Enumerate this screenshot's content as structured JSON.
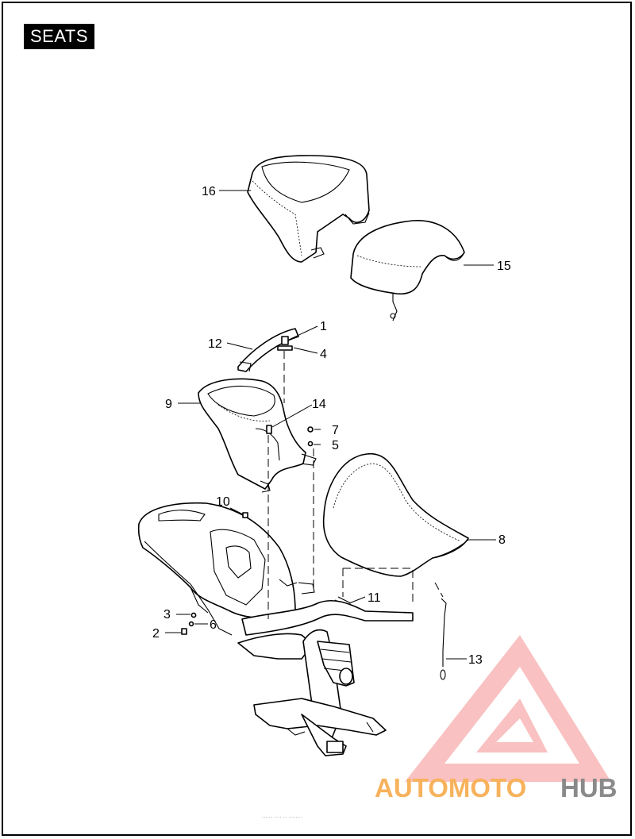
{
  "title": "SEATS",
  "callouts": [
    {
      "number": "1"
    },
    {
      "number": "2"
    },
    {
      "number": "3"
    },
    {
      "number": "4"
    },
    {
      "number": "5"
    },
    {
      "number": "6"
    },
    {
      "number": "7"
    },
    {
      "number": "8"
    },
    {
      "number": "9"
    },
    {
      "number": "10"
    },
    {
      "number": "11"
    },
    {
      "number": "12"
    },
    {
      "number": "13"
    },
    {
      "number": "14"
    },
    {
      "number": "15"
    },
    {
      "number": "16"
    }
  ],
  "watermark": {
    "part1": "AUTOMOTO",
    "part2": "HUB",
    "colors": {
      "auto": "#f7b25c",
      "moto": "#f27b7b",
      "hub": "#8a8a8a",
      "triangle": "#f06a6a"
    }
  },
  "footer_text": "...... .... .. ........"
}
